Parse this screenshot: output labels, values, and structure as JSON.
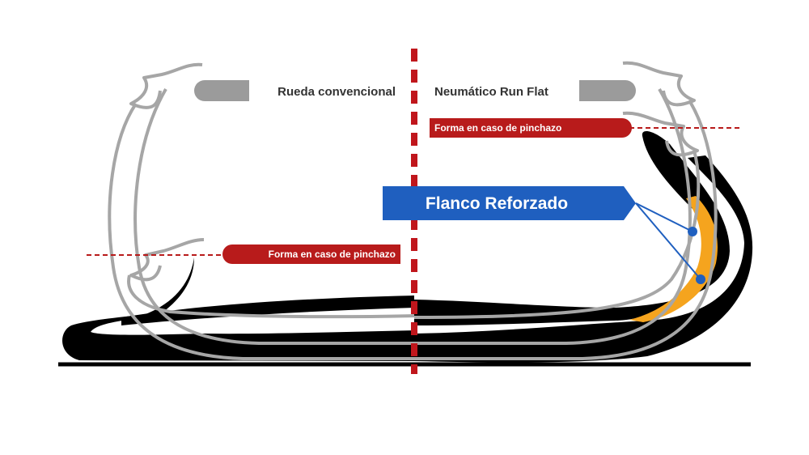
{
  "labels": {
    "conventional_wheel": "Rueda convencional",
    "runflat_tire": "Neumático Run Flat",
    "flat_shape_left": "Forma en caso de pinchazo",
    "flat_shape_right": "Forma en caso de pinchazo",
    "reinforced_sidewall": "Flanco Reforzado"
  },
  "colors": {
    "gray_label": "#9b9b9b",
    "red_label": "#b81b1b",
    "red_divider": "#c0161c",
    "blue_label": "#1f5fbf",
    "insert": "#f5a41e",
    "tire": "#000000",
    "rim_outline": "#a6a6a6"
  }
}
